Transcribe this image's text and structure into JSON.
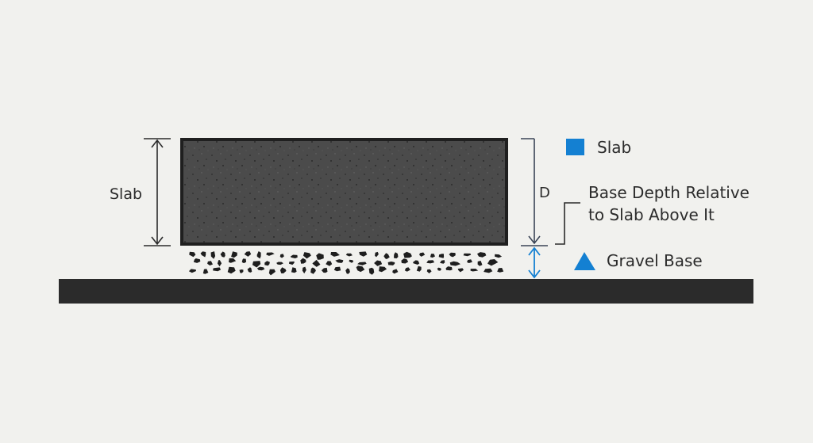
{
  "colors": {
    "background": "#f1f1ee",
    "slab_fill": "#4b4b4b",
    "slab_border": "#1f1f1f",
    "ground": "#2b2b2b",
    "gravel_stone": "#1e1e1e",
    "accent_blue": "#1480d2",
    "line_dark": "#333333"
  },
  "labels": {
    "slab_dimension": "Slab",
    "depth_dimension": "D",
    "annotation_line1": "Base Depth Relative",
    "annotation_line2": "to Slab Above It"
  },
  "legend": [
    {
      "label": "Slab",
      "marker": "square-marker",
      "color": "#1480d2"
    },
    {
      "label": "Gravel Base",
      "marker": "triangle-marker",
      "color": "#1480d2"
    }
  ]
}
